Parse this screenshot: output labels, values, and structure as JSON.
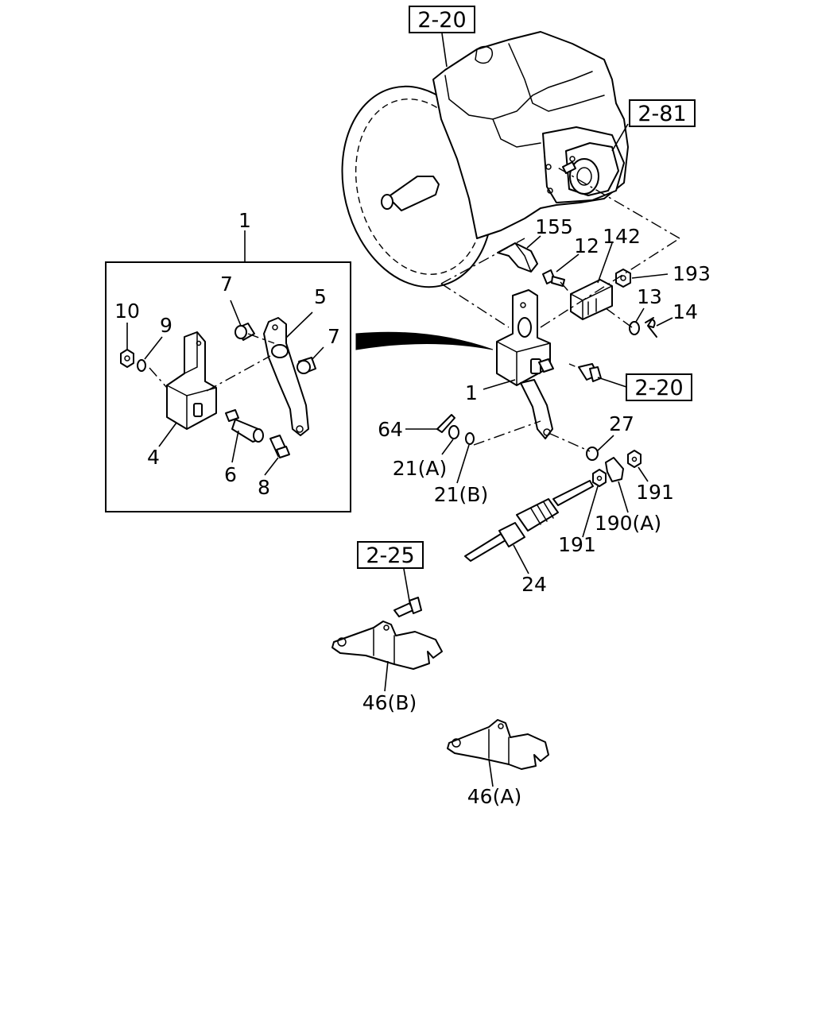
{
  "refs": {
    "r1": "2-20",
    "r2": "2-81",
    "r3": "2-20",
    "r4": "2-25"
  },
  "callouts": {
    "c1_group": "1",
    "c7a": "7",
    "c5": "5",
    "c10": "10",
    "c9": "9",
    "c7b": "7",
    "c4": "4",
    "c6": "6",
    "c8": "8",
    "c155": "155",
    "c12": "12",
    "c142": "142",
    "c193": "193",
    "c13": "13",
    "c14": "14",
    "c1": "1",
    "c64": "64",
    "c21a": "21(A)",
    "c21b": "21(B)",
    "c27": "27",
    "c191a": "191",
    "c190a": "190(A)",
    "c191b": "191",
    "c24": "24",
    "c46b": "46(B)",
    "c46a": "46(A)"
  }
}
